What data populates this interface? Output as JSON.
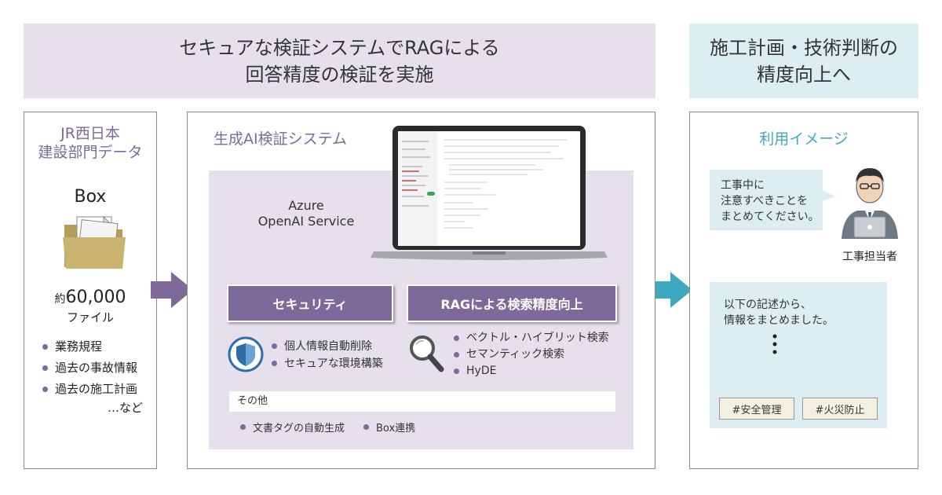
{
  "banner_left": {
    "line1": "セキュアな検証システムでRAGによる",
    "line2": "回答精度の検証を実施"
  },
  "banner_right": {
    "line1": "施工計画・技術判断の",
    "line2": "精度向上へ"
  },
  "left_panel": {
    "title_line1": "JR西日本",
    "title_line2": "建設部門データ",
    "box_label": "Box",
    "count_prefix": "約",
    "count_value": "60,000",
    "count_unit": "ファイル",
    "items": [
      "業務規程",
      "過去の事故情報",
      "過去の施工計画"
    ],
    "more": "…など"
  },
  "mid_panel": {
    "title": "生成AI検証システム",
    "azure_line1": "Azure",
    "azure_line2": "OpenAI Service",
    "security_label": "セキュリティ",
    "security_items": [
      "個人情報自動削除",
      "セキュアな環境構築"
    ],
    "rag_label": "RAGによる検索精度向上",
    "rag_items": [
      "ベクトル・ハイブリット検索",
      "セマンティック検索",
      "HyDE"
    ],
    "other_label": "その他",
    "other_items": [
      "文書タグの自動生成",
      "Box連携"
    ]
  },
  "right_panel": {
    "title": "利用イメージ",
    "bubble_line1": "工事中に",
    "bubble_line2": "注意すべきことを",
    "bubble_line3": "まとめてください。",
    "person_label": "工事担当者",
    "answer_line1": "以下の記述から、",
    "answer_line2": "情報をまとめました。",
    "tags": [
      "#安全管理",
      "#火災防止"
    ]
  },
  "colors": {
    "purple": "#7d6a98",
    "lavender": "#e6e0ed",
    "teal": "#3fa9c1",
    "light_teal": "#dceef3"
  }
}
